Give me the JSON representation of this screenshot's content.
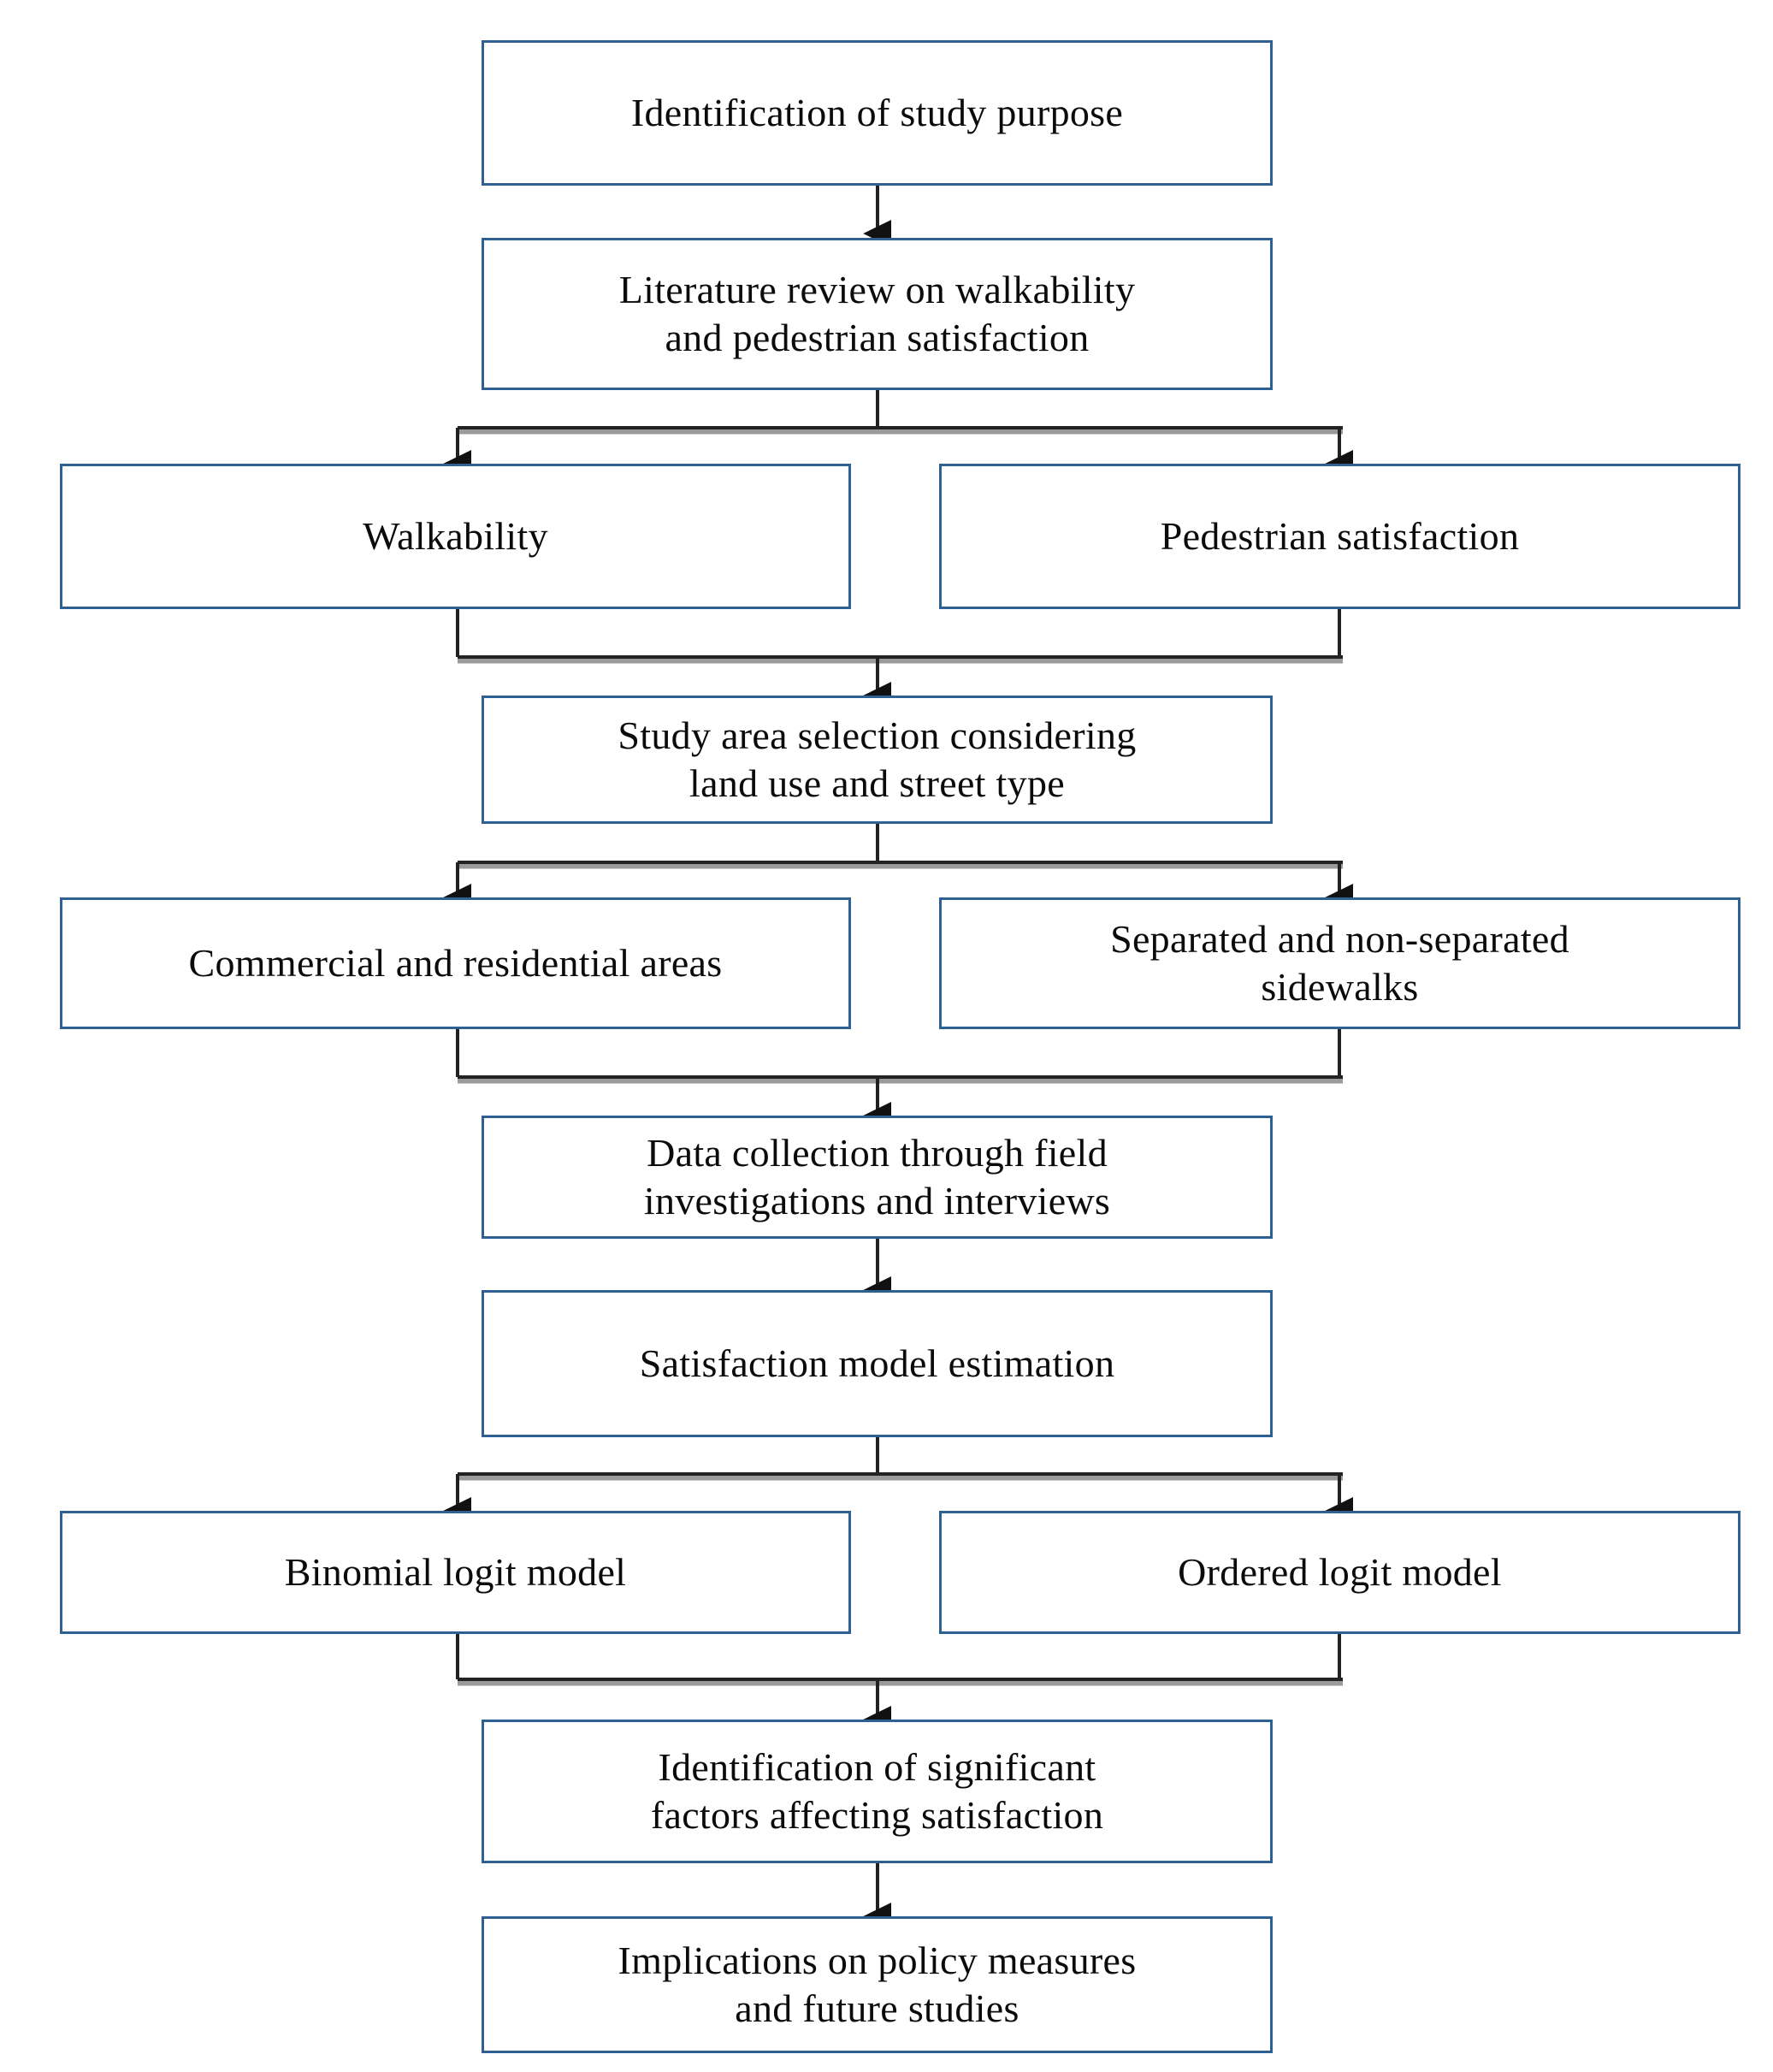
{
  "diagram": {
    "title": "Research methodology flowchart",
    "accent_border_color": "#2e6094",
    "connector_color": "#2b2b2b",
    "connector_shadow_color": "#9a9a9a",
    "background_color": "#ffffff",
    "text_color": "#0b0b0b"
  },
  "nodes": {
    "identification_of_study_purpose": "Identification of study purpose",
    "literature_review": "Literature review on walkability\nand pedestrian satisfaction",
    "walkability": "Walkability",
    "pedestrian_satisfaction": "Pedestrian satisfaction",
    "study_area_selection": "Study area selection considering\nland use and street type",
    "commercial_residential_areas": "Commercial and residential areas",
    "separated_sidewalks": "Separated and non-separated\nsidewalks",
    "data_collection": "Data collection through field\ninvestigations and interviews",
    "satisfaction_model_estimation": "Satisfaction model estimation",
    "binomial_logit_model": "Binomial logit model",
    "ordered_logit_model": "Ordered logit model",
    "significant_factors": "Identification of significant\nfactors affecting satisfaction",
    "implications": "Implications on policy measures\nand future studies"
  },
  "flow_order": [
    "identification_of_study_purpose",
    "literature_review",
    "walkability",
    "pedestrian_satisfaction",
    "study_area_selection",
    "commercial_residential_areas",
    "separated_sidewalks",
    "data_collection",
    "satisfaction_model_estimation",
    "binomial_logit_model",
    "ordered_logit_model",
    "significant_factors",
    "implications"
  ]
}
